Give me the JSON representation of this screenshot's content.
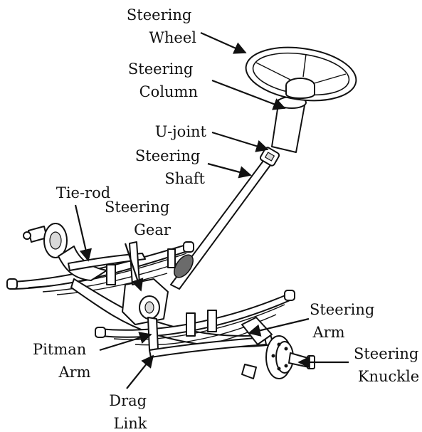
{
  "labels": {
    "steering_wheel": [
      "Steering",
      "Wheel"
    ],
    "steering_column": [
      "Steering",
      "Column"
    ],
    "u_joint": "U-joint",
    "steering_shaft": [
      "Steering",
      "Shaft"
    ],
    "tie_rod": "Tie-rod",
    "steering_gear": [
      "Steering",
      "Gear"
    ],
    "pitman_arm": [
      "Pitman",
      "Arm"
    ],
    "steering_arm": [
      "Steering",
      "Arm"
    ],
    "steering_knuckle": [
      "Steering",
      "Knuckle"
    ],
    "drag_link": [
      "Drag",
      "Link"
    ]
  }
}
